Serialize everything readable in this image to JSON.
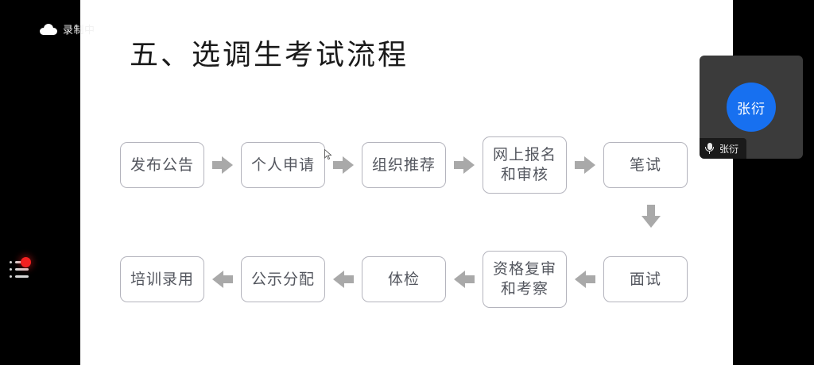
{
  "recording": {
    "icon": "cloud-icon",
    "label": "录制中"
  },
  "left_rail": {
    "list_icon": "list-icon",
    "badge_dot": "red-notification-dot"
  },
  "slide": {
    "title": "五、选调生考试流程",
    "flow": {
      "row1": [
        {
          "label": "发布公告",
          "lines": 1
        },
        {
          "label": "个人申请",
          "lines": 1
        },
        {
          "label": "组织推荐",
          "lines": 1
        },
        {
          "label": "网上报名\n和审核",
          "line1": "网上报名",
          "line2": "和审核",
          "lines": 2
        },
        {
          "label": "笔试",
          "lines": 1
        }
      ],
      "row2": [
        {
          "label": "培训录用",
          "lines": 1
        },
        {
          "label": "公示分配",
          "lines": 1
        },
        {
          "label": "体检",
          "lines": 1
        },
        {
          "label": "资格复审\n和考察",
          "line1": "资格复审",
          "line2": "和考察",
          "lines": 2
        },
        {
          "label": "面试",
          "lines": 1
        }
      ],
      "arrow_right_icon": "arrow-right-icon",
      "arrow_left_icon": "arrow-left-icon",
      "arrow_down_icon": "arrow-down-icon"
    }
  },
  "participant": {
    "avatar_initials": "张衍",
    "name": "张衍",
    "mic_icon": "microphone-icon",
    "avatar_color": "#1770f0"
  },
  "colors": {
    "slide_background": "#ffffff",
    "app_background": "#000000",
    "box_border": "#b4b4bd",
    "box_text": "#53565e",
    "arrow_gray": "#a9a9a9",
    "title_text": "#1a1a1a",
    "accent_blue": "#1770f0",
    "alert_red": "#f32020"
  }
}
